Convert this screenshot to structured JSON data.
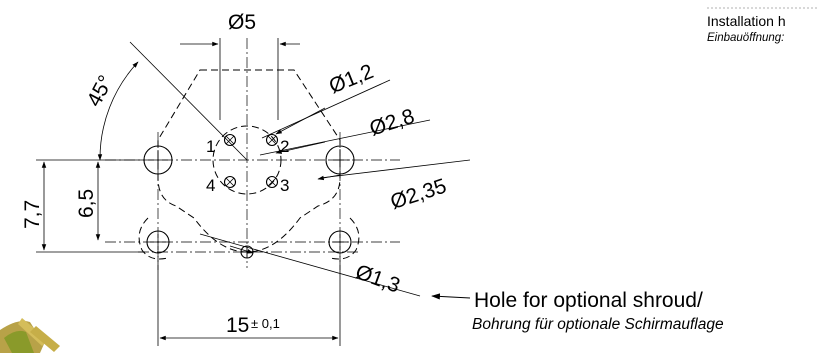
{
  "installation": {
    "title": "Installation h",
    "subtitle": "Einbauöffnung:"
  },
  "dimensions": {
    "d5": "Ø5",
    "d1_2": "Ø1,2",
    "d2_8": "Ø2,8",
    "d2_35": "Ø2,35",
    "d1_3": "Ø1,3",
    "angle": "45°",
    "h7_7": "7,7",
    "h6_5": "6,5",
    "w15": "15",
    "tol": "± 0,1"
  },
  "pins": {
    "p1": "1",
    "p2": "2",
    "p3": "3",
    "p4": "4"
  },
  "hole_note": {
    "en": "Hole for optional shroud/",
    "de": "Bohrung für optionale Schirmauflage"
  },
  "colors": {
    "line": "#000000",
    "background": "#ffffff",
    "connector": "#8a9a2a"
  }
}
